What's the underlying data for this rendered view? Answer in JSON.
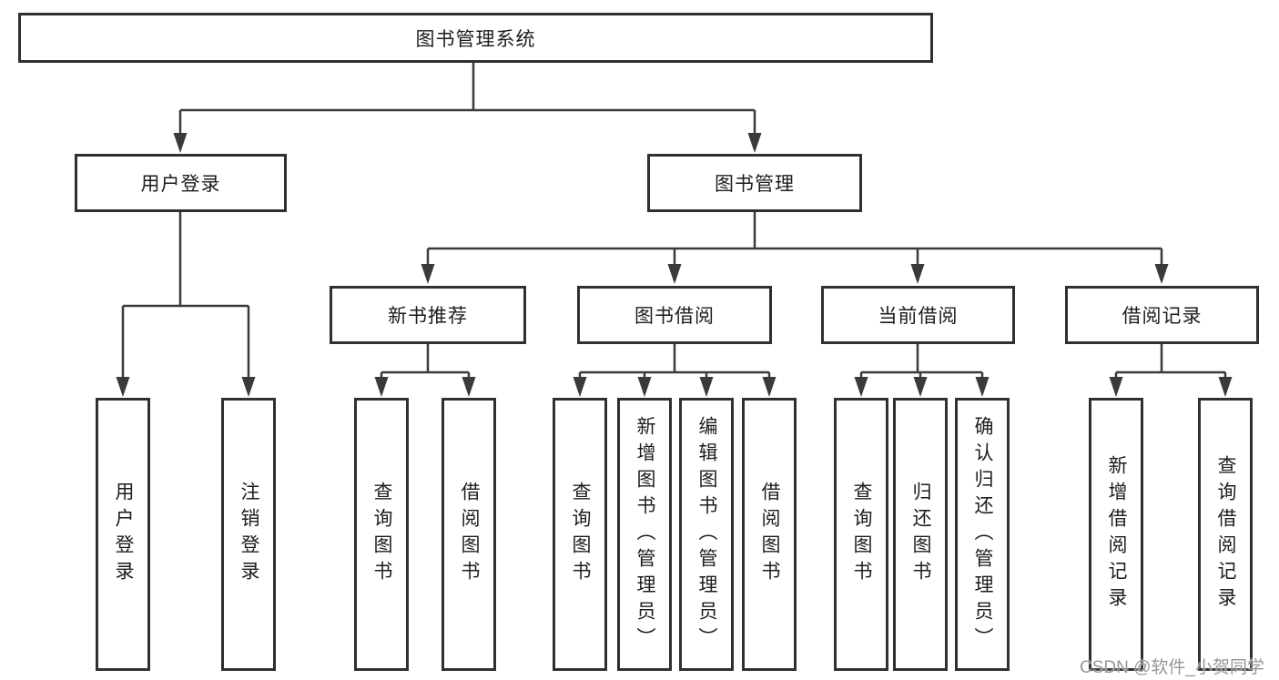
{
  "diagram": {
    "type": "hierarchy-tree",
    "watermark": "CSDN @软件_小贺同学",
    "colors": {
      "line": "#3a3a3a",
      "border": "#303030",
      "fill": "#ffffff",
      "text": "#1d1d1d",
      "watermark": "#979797"
    },
    "tree": {
      "root": {
        "label": "图书管理系统"
      },
      "branches": [
        {
          "label": "用户登录",
          "children": [
            {
              "label": "用户登录"
            },
            {
              "label": "注销登录"
            }
          ]
        },
        {
          "label": "图书管理",
          "children": [
            {
              "label": "新书推荐",
              "children": [
                {
                  "label": "查询图书"
                },
                {
                  "label": "借阅图书"
                }
              ]
            },
            {
              "label": "图书借阅",
              "children": [
                {
                  "label": "查询图书"
                },
                {
                  "label": "新增图书（管理员）"
                },
                {
                  "label": "编辑图书（管理员）"
                },
                {
                  "label": "借阅图书"
                }
              ]
            },
            {
              "label": "当前借阅",
              "children": [
                {
                  "label": "查询图书"
                },
                {
                  "label": "归还图书"
                },
                {
                  "label": "确认归还（管理员）"
                }
              ]
            },
            {
              "label": "借阅记录",
              "children": [
                {
                  "label": "新增借阅记录"
                },
                {
                  "label": "查询借阅记录"
                }
              ]
            }
          ]
        }
      ]
    }
  }
}
